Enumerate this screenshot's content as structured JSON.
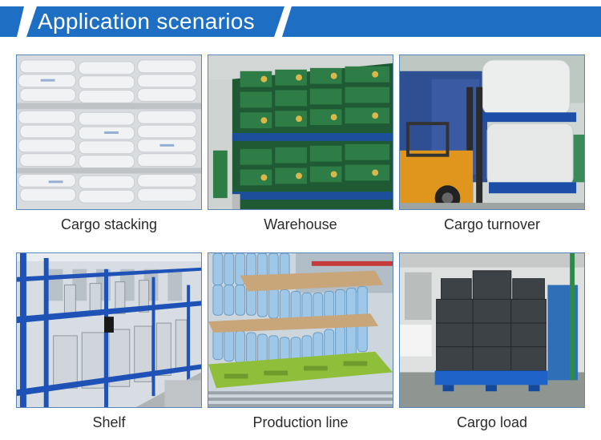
{
  "header": {
    "title": "Application scenarios"
  },
  "colors": {
    "banner": "#1e6fc4",
    "caption": "#2b2b2b",
    "frame": "#5a86b8"
  },
  "scenarios": [
    {
      "caption": "Cargo stacking"
    },
    {
      "caption": "Warehouse"
    },
    {
      "caption": "Cargo turnover"
    },
    {
      "caption": "Shelf"
    },
    {
      "caption": "Production line"
    },
    {
      "caption": "Cargo load"
    }
  ]
}
